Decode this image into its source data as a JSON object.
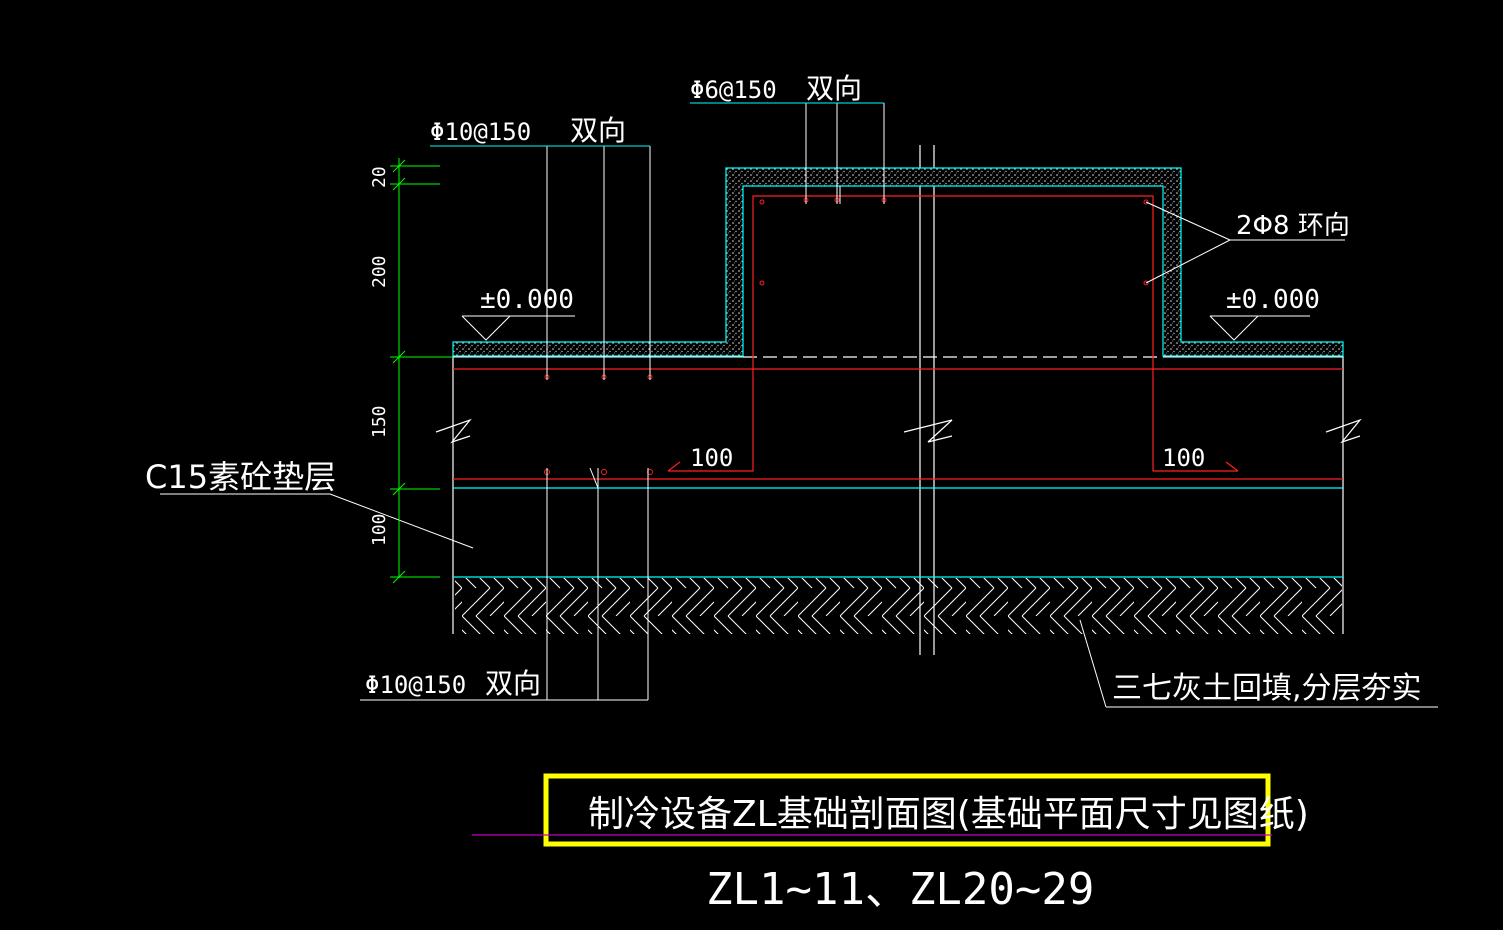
{
  "drawing": {
    "title": "制冷设备ZL基础剖面图(基础平面尺寸见图纸)",
    "subtitle": "ZL1~11、ZL20~29",
    "colors": {
      "background": "#000000",
      "text": "#ffffff",
      "concrete_outline": "#00ffff",
      "rebar": "#ff2020",
      "dimension": "#00ff00",
      "highlight_box": "#ffff00",
      "title_line": "#c000c0"
    },
    "labels": {
      "top_rebar_left_spec": "Φ10@150",
      "top_rebar_left_dir": "双向",
      "pedestal_rebar_spec": "Φ6@150",
      "pedestal_rebar_dir": "双向",
      "ring_rebar": "2Φ8 环向",
      "level_left": "±0.000",
      "level_right": "±0.000",
      "cushion_layer": "C15素砼垫层",
      "bottom_rebar_spec": "Φ10@150",
      "bottom_rebar_dir": "双向",
      "backfill": "三七灰土回填,分层夯实",
      "anchor_left": "100",
      "anchor_right": "100"
    },
    "dimensions": [
      "20",
      "200",
      "150",
      "100"
    ]
  }
}
